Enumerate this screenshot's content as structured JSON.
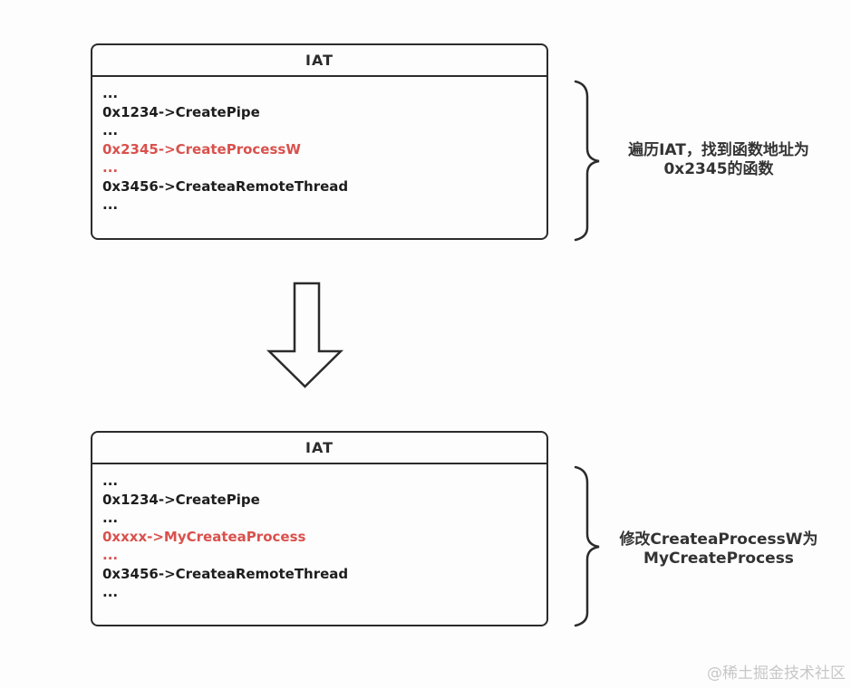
{
  "diagram": {
    "box_top": {
      "title": "IAT",
      "rows": [
        {
          "text": "...",
          "highlight": false
        },
        {
          "text": "0x1234->CreatePipe",
          "highlight": false
        },
        {
          "text": "...",
          "highlight": false
        },
        {
          "text": "0x2345->CreateProcessW",
          "highlight": true
        },
        {
          "text": "...",
          "highlight": true
        },
        {
          "text": "0x3456->CreateaRemoteThread",
          "highlight": false
        },
        {
          "text": "...",
          "highlight": false
        }
      ]
    },
    "box_bottom": {
      "title": "IAT",
      "rows": [
        {
          "text": "...",
          "highlight": false
        },
        {
          "text": "0x1234->CreatePipe",
          "highlight": false
        },
        {
          "text": "...",
          "highlight": false
        },
        {
          "text": "0xxxx->MyCreateaProcess",
          "highlight": true
        },
        {
          "text": "...",
          "highlight": true
        },
        {
          "text": "0x3456->CreateaRemoteThread",
          "highlight": false
        },
        {
          "text": "...",
          "highlight": false
        }
      ]
    },
    "annotation_top": {
      "line1": "遍历IAT，找到函数地址为",
      "line2": "0x2345的函数"
    },
    "annotation_bottom": {
      "line1": "修改CreateaProcessW为",
      "line2": "MyCreateProcess"
    },
    "watermark": "@稀土掘金技术社区",
    "colors": {
      "highlight_red": "#d9514d",
      "line": "#2b2b2b",
      "text": "#1d1d1d",
      "annotation": "#333333",
      "watermark": "#c7c7c7"
    }
  }
}
